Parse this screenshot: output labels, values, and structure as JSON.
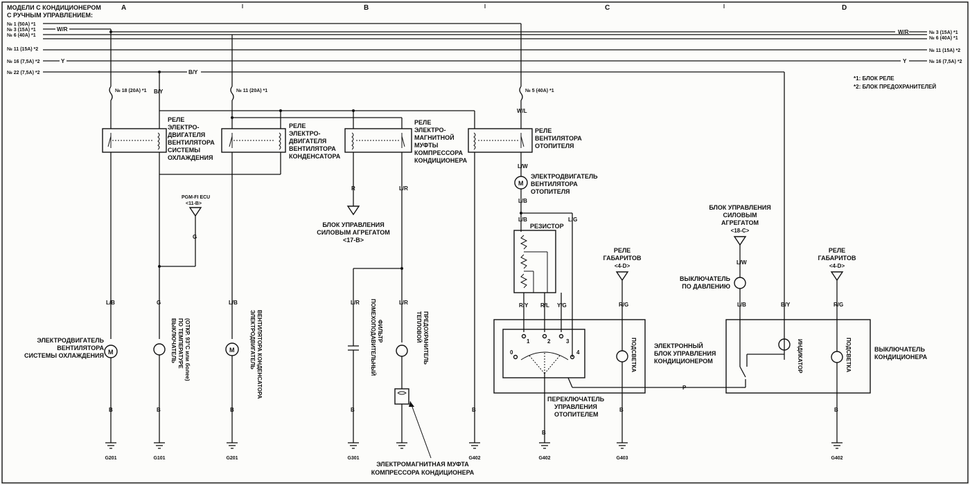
{
  "header": {
    "line1": "МОДЕЛИ С КОНДИЦИОНЕРОМ",
    "line2": "С РУЧНЫМ УПРАВЛЕНИЕМ:",
    "sections": [
      "A",
      "B",
      "C",
      "D"
    ]
  },
  "notes": {
    "n1": "*1: БЛОК РЕЛЕ",
    "n2": "*2: БЛОК ПРЕДОХРАНИТЕЛЕЙ"
  },
  "buses": {
    "left": [
      "№ 1 (50А) *1",
      "№ 3 (15А) *1",
      "№ 6 (40А) *1",
      "№ 11 (15А) *2",
      "№ 16 (7,5А) *2",
      "№ 22 (7,5А) *2"
    ],
    "right": [
      "№ 3 (15А) *1",
      "№ 6 (40А) *1",
      "№ 11 (15А) *2",
      "№ 16 (7,5А) *2"
    ],
    "wr": "W/R",
    "y": "Y",
    "by": "B/Y"
  },
  "fuses": {
    "f1": "№ 18 (20А) *1",
    "f2": "№ 11 (20А) *1",
    "f3": "№ 5 (40А) *1"
  },
  "relays": {
    "cooling_fan": [
      "РЕЛЕ",
      "ЭЛЕКТРО-",
      "ДВИГАТЕЛЯ",
      "ВЕНТИЛЯТОРА",
      "СИСТЕМЫ",
      "ОХЛАЖДЕНИЯ"
    ],
    "condenser_fan": [
      "РЕЛЕ",
      "ЭЛЕКТРО-",
      "ДВИГАТЕЛЯ",
      "ВЕНТИЛЯТОРА",
      "КОНДЕНСАТОРА"
    ],
    "clutch": [
      "РЕЛЕ",
      "ЭЛЕКТРО-",
      "МАГНИТНОЙ",
      "МУФТЫ",
      "КОМПРЕССОРА",
      "КОНДИЦИОНЕРА"
    ],
    "heater_fan": [
      "РЕЛЕ",
      "ВЕНТИЛЯТОРА",
      "ОТОПИТЕЛЯ"
    ]
  },
  "components": {
    "cooling_motor": [
      "ЭЛЕКТРОДВИГАТЕЛЬ",
      "ВЕНТИЛЯТОРА",
      "СИСТЕМЫ ОХЛАЖДЕНИЯ"
    ],
    "temp_switch": [
      "ВЫКЛЮЧАТЕЛЬ",
      "ПО ТЕМПЕРАТУРЕ",
      "(ОТКР. 93°C или более)"
    ],
    "condenser_motor": [
      "ЭЛЕКТРОДВИГАТЕЛЬ",
      "ВЕНТИЛЯТОРА КОНДЕНСАТОРА"
    ],
    "filter": [
      "ПОМЕХОПОДАВИТЕЛЬНЫЙ",
      "ФИЛЬТР"
    ],
    "thermal_fuse": [
      "ТЕПЛОВОЙ",
      "ПРЕДОХРАНИТЕЛЬ"
    ],
    "clutch_coil": [
      "ЭЛЕКТРОМАГНИТНАЯ МУФТА",
      "КОМПРЕССОРА КОНДИЦИОНЕРА"
    ],
    "pcm_ecu": [
      "PGM-FI ECU",
      "<11-B>"
    ],
    "pcm_block": [
      "БЛОК УПРАВЛЕНИЯ",
      "СИЛОВЫМ АГРЕГАТОМ",
      "<17-B>"
    ],
    "heater_motor": [
      "ЭЛЕКТРОДВИГАТЕЛЬ",
      "ВЕНТИЛЯТОРА",
      "ОТОПИТЕЛЯ"
    ],
    "resistor": "РЕЗИСТОР",
    "lamp_relay1": [
      "РЕЛЕ",
      "ГАБАРИТОВ",
      "<4-D>"
    ],
    "lamp_relay2": [
      "РЕЛЕ",
      "ГАБАРИТОВ",
      "<4-D>"
    ],
    "control_unit": [
      "ЭЛЕКТРОННЫЙ",
      "БЛОК УПРАВЛЕНИЯ",
      "КОНДИЦИОНЕРОМ"
    ],
    "backlight": "ПОДСВЕТКА",
    "heater_switch": [
      "ПЕРЕКЛЮЧАТЕЛЬ",
      "УПРАВЛЕНИЯ",
      "ОТОПИТЕЛЕМ"
    ],
    "pcm_block2": [
      "БЛОК УПРАВЛЕНИЯ",
      "СИЛОВЫМ",
      "АГРЕГАТОМ",
      "<18-C>"
    ],
    "pressure_switch": [
      "ВЫКЛЮЧАТЕЛЬ",
      "ПО ДАВЛЕНИЮ"
    ],
    "indicator": "ИНДИКАТОР",
    "ac_switch": [
      "ВЫКЛЮЧАТЕЛЬ",
      "КОНДИЦИОНЕРА"
    ]
  },
  "wires": {
    "LB": "L/B",
    "WL": "W/L",
    "LW": "L/W",
    "R": "R",
    "LR": "L/R",
    "G": "G",
    "B": "B",
    "P": "P",
    "RY": "R/Y",
    "RL": "R/L",
    "YG": "Y/G",
    "RG": "R/G",
    "LG": "L/G",
    "BY": "B/Y"
  },
  "grounds": [
    "G201",
    "G101",
    "G201",
    "G301",
    "G402",
    "G402",
    "G403",
    "G402"
  ],
  "switch_positions": [
    "0",
    "1",
    "2",
    "3",
    "4"
  ]
}
